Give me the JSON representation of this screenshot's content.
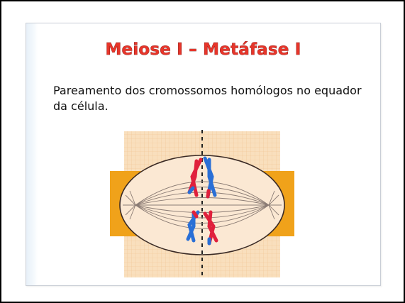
{
  "slide": {
    "title": "Meiose I – Metáfase I",
    "body": "Pareamento dos cromossomos homólogos no equador da célula."
  },
  "figure": {
    "icon": "metaphase-cell-illustration",
    "colors": {
      "background_grid": "#f7d9b0",
      "band": "#f0a21a",
      "cell_fill": "#fbe8d3",
      "cell_outline": "#3a2a25",
      "spindle": "#8a7b74",
      "chromosome_red": "#e0203c",
      "chromosome_blue": "#2a6fd6"
    }
  }
}
